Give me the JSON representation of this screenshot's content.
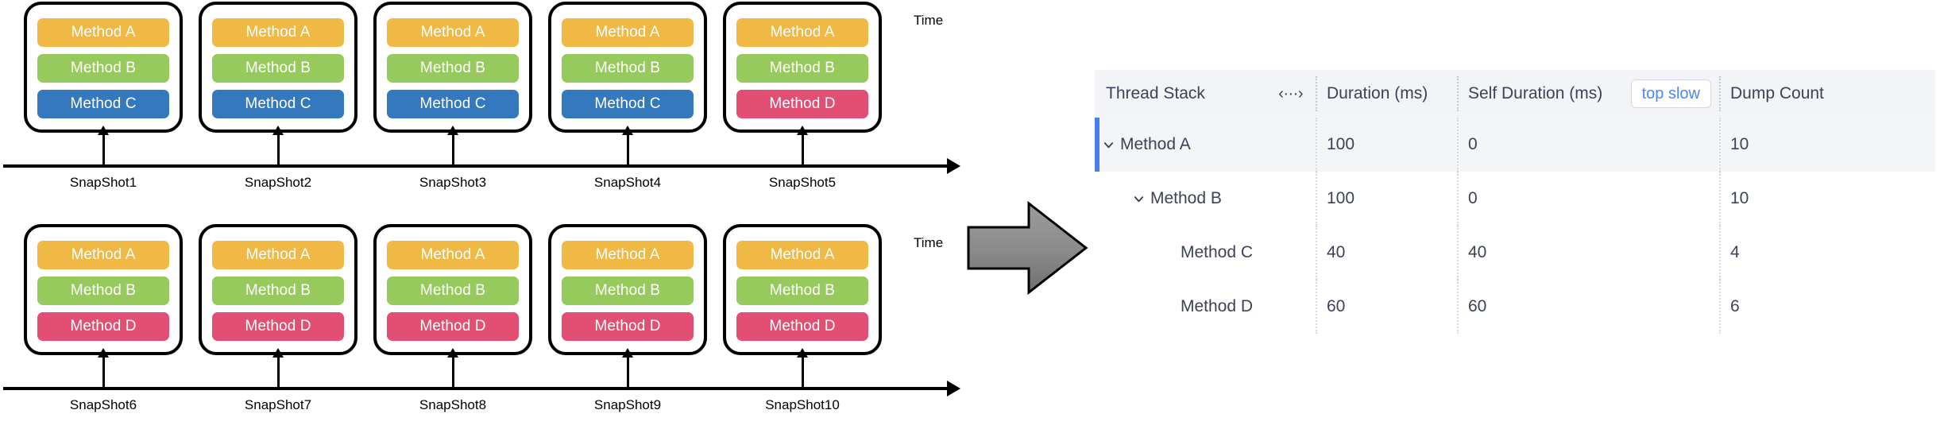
{
  "diagram": {
    "time_axis_label": "Time",
    "rows": [
      {
        "snapshots": [
          {
            "label": "SnapShot1",
            "frames": [
              {
                "name": "Method A",
                "color": "#f0b844"
              },
              {
                "name": "Method B",
                "color": "#97ca5c"
              },
              {
                "name": "Method C",
                "color": "#3479bd"
              }
            ]
          },
          {
            "label": "SnapShot2",
            "frames": [
              {
                "name": "Method A",
                "color": "#f0b844"
              },
              {
                "name": "Method B",
                "color": "#97ca5c"
              },
              {
                "name": "Method C",
                "color": "#3479bd"
              }
            ]
          },
          {
            "label": "SnapShot3",
            "frames": [
              {
                "name": "Method A",
                "color": "#f0b844"
              },
              {
                "name": "Method B",
                "color": "#97ca5c"
              },
              {
                "name": "Method C",
                "color": "#3479bd"
              }
            ]
          },
          {
            "label": "SnapShot4",
            "frames": [
              {
                "name": "Method A",
                "color": "#f0b844"
              },
              {
                "name": "Method B",
                "color": "#97ca5c"
              },
              {
                "name": "Method C",
                "color": "#3479bd"
              }
            ]
          },
          {
            "label": "SnapShot5",
            "frames": [
              {
                "name": "Method A",
                "color": "#f0b844"
              },
              {
                "name": "Method B",
                "color": "#97ca5c"
              },
              {
                "name": "Method D",
                "color": "#e24f72"
              }
            ]
          }
        ]
      },
      {
        "snapshots": [
          {
            "label": "SnapShot6",
            "frames": [
              {
                "name": "Method A",
                "color": "#f0b844"
              },
              {
                "name": "Method B",
                "color": "#97ca5c"
              },
              {
                "name": "Method D",
                "color": "#e24f72"
              }
            ]
          },
          {
            "label": "SnapShot7",
            "frames": [
              {
                "name": "Method A",
                "color": "#f0b844"
              },
              {
                "name": "Method B",
                "color": "#97ca5c"
              },
              {
                "name": "Method D",
                "color": "#e24f72"
              }
            ]
          },
          {
            "label": "SnapShot8",
            "frames": [
              {
                "name": "Method A",
                "color": "#f0b844"
              },
              {
                "name": "Method B",
                "color": "#97ca5c"
              },
              {
                "name": "Method D",
                "color": "#e24f72"
              }
            ]
          },
          {
            "label": "SnapShot9",
            "frames": [
              {
                "name": "Method A",
                "color": "#f0b844"
              },
              {
                "name": "Method B",
                "color": "#97ca5c"
              },
              {
                "name": "Method D",
                "color": "#e24f72"
              }
            ]
          },
          {
            "label": "SnapShot10",
            "frames": [
              {
                "name": "Method A",
                "color": "#f0b844"
              },
              {
                "name": "Method B",
                "color": "#97ca5c"
              },
              {
                "name": "Method D",
                "color": "#e24f72"
              }
            ]
          }
        ]
      }
    ]
  },
  "flow_arrow": {
    "icon": "right-block-arrow-icon",
    "fill": "#8a8a8a"
  },
  "table": {
    "columns": [
      {
        "key": "thread_stack",
        "label": "Thread Stack"
      },
      {
        "key": "duration",
        "label": "Duration (ms)"
      },
      {
        "key": "self_duration",
        "label": "Self Duration (ms)"
      },
      {
        "key": "dump_count",
        "label": "Dump Count"
      }
    ],
    "expand_icon": "‹···›",
    "top_slow_label": "top slow",
    "top_slow_color": "#4a86f7",
    "selected_accent_color": "#4a7ff0",
    "rows": [
      {
        "name": "Method A",
        "depth": 0,
        "expanded": true,
        "has_children": true,
        "duration": "100",
        "self_duration": "0",
        "dump_count": "10",
        "selected": true
      },
      {
        "name": "Method B",
        "depth": 1,
        "expanded": true,
        "has_children": true,
        "duration": "100",
        "self_duration": "0",
        "dump_count": "10",
        "selected": false
      },
      {
        "name": "Method C",
        "depth": 2,
        "expanded": false,
        "has_children": false,
        "duration": "40",
        "self_duration": "40",
        "dump_count": "4",
        "selected": false
      },
      {
        "name": "Method D",
        "depth": 2,
        "expanded": false,
        "has_children": false,
        "duration": "60",
        "self_duration": "60",
        "dump_count": "6",
        "selected": false
      }
    ]
  }
}
